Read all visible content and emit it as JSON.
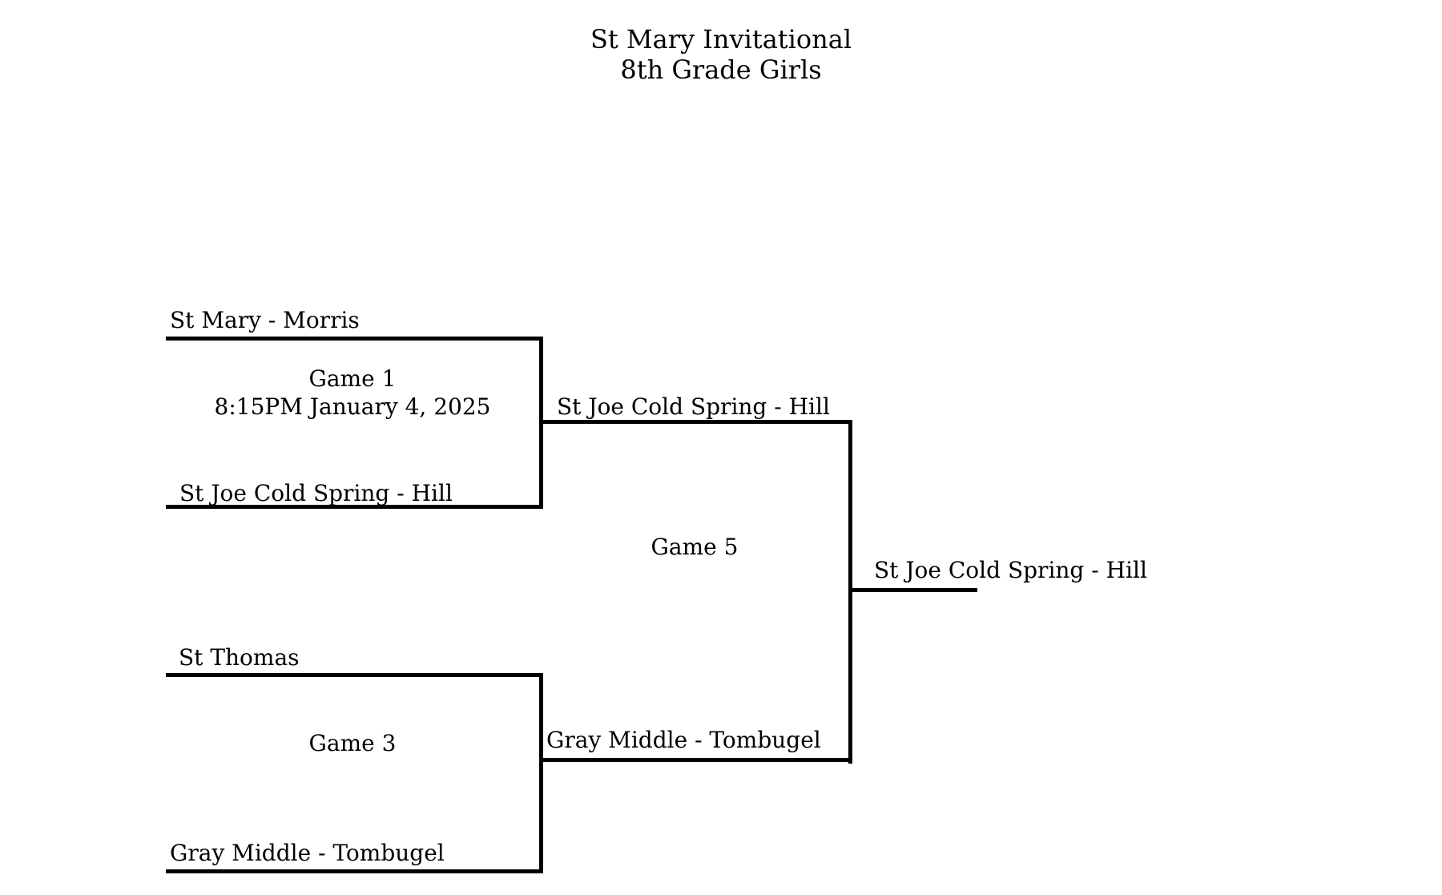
{
  "header": {
    "title": "St Mary Invitational",
    "subtitle": "8th Grade Girls"
  },
  "round1": {
    "game1": {
      "label": "Game 1",
      "time": "8:15PM January 4, 2025",
      "team_top": "St Mary - Morris",
      "team_bottom": "St Joe Cold Spring - Hill"
    },
    "game3": {
      "label": "Game 3",
      "team_top": "St Thomas",
      "team_bottom": "Gray Middle - Tombugel"
    }
  },
  "round2": {
    "game5": {
      "label": "Game 5",
      "team_top": "St Joe Cold Spring - Hill",
      "team_bottom": "Gray Middle - Tombugel"
    }
  },
  "champion": {
    "team": "St Joe Cold Spring - Hill"
  },
  "colors": {
    "line": "#000000",
    "background": "#ffffff"
  }
}
